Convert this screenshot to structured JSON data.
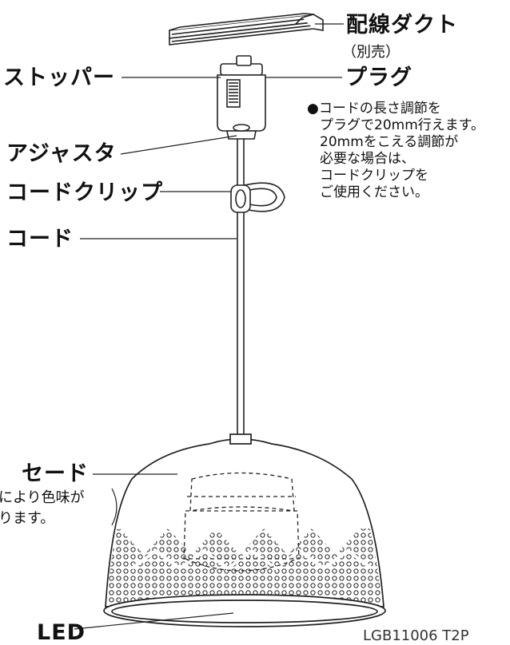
{
  "labels": {
    "duct": "配線ダクト",
    "duct_sub": "（別売）",
    "stopper": "ストッパー",
    "plug": "プラグ",
    "adjuster": "アジャスタ",
    "cord_clip": "コードクリップ",
    "cord": "コード",
    "shade": "セード",
    "shade_note_line1": "により色味が",
    "shade_note_line2": "ります。",
    "led": "LED",
    "model": "LGB11006 T2P"
  },
  "note": {
    "bullet": "●",
    "lines": [
      "コードの長さ調節を",
      "プラグで20mm行えます。",
      "20mmをこえる調節が",
      "必要な場合は、",
      "コードクリップを",
      "ご使用ください。"
    ]
  }
}
